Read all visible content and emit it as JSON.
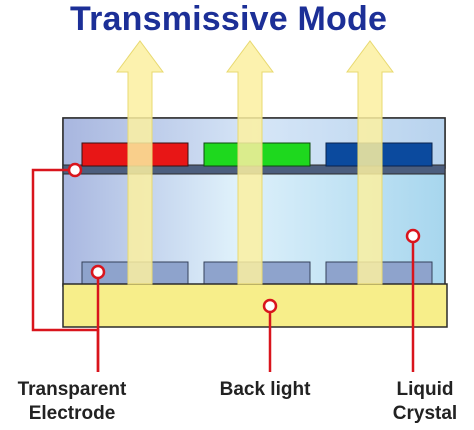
{
  "title": "Transmissive Mode",
  "labels": {
    "transparent_electrode_line1": "Transparent",
    "transparent_electrode_line2": "Electrode",
    "back_light": "Back light",
    "liquid_crystal_line1": "Liquid",
    "liquid_crystal_line2": "Crystal"
  },
  "colors": {
    "title": "#1c2f97",
    "filter_red": "#e81616",
    "filter_green": "#1ed81e",
    "filter_blue": "#0b4a9e",
    "backlight": "#f7ee8a",
    "light_arrow": "#fbf0a0",
    "callout": "#d9141c",
    "electrode": "#8ea3cc"
  }
}
